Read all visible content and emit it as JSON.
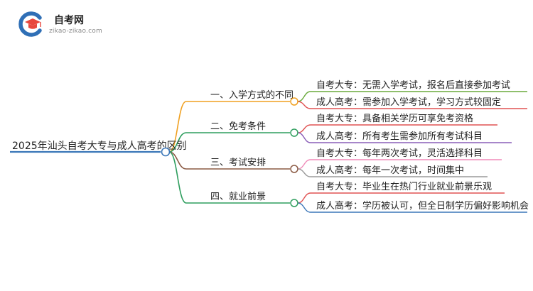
{
  "brand": {
    "name": "自考网",
    "domain": "zikao-zikao.com",
    "logo_icon": "graduation-cap-icon"
  },
  "mindmap": {
    "root": {
      "label": "2025年汕头自考大专与成人高考的区别",
      "color": "#3a76b8"
    },
    "branches": [
      {
        "label": "一、入学方式的不同",
        "color": "#f0a020",
        "children": [
          {
            "label": "自考大专：无需入学考试，报名后直接参加考试",
            "color": "#6aaa3c"
          },
          {
            "label": "成人高考：需参加入学考试，学习方式较固定",
            "color": "#e05252"
          }
        ]
      },
      {
        "label": "二、免考条件",
        "color": "#2f9e5e",
        "children": [
          {
            "label": "自考大专：具备相关学历可享免考资格",
            "color": "#e05252"
          },
          {
            "label": "成人高考：所有考生需参加所有考试科目",
            "color": "#8a5fb8"
          }
        ]
      },
      {
        "label": "三、考试安排",
        "color": "#8b5a44",
        "children": [
          {
            "label": "自考大专：每年两次考试，灵活选择科目",
            "color": "#f08ab8"
          },
          {
            "label": "成人高考：每年一次考试，时间集中",
            "color": "#9a9a9a"
          }
        ]
      },
      {
        "label": "四、就业前景",
        "color": "#2f9e5e",
        "children": [
          {
            "label": "自考大专：毕业生在热门行业就业前景乐观",
            "color": "#e05252"
          },
          {
            "label": "成人高考：学历被认可，但全日制学历偏好影响机会",
            "color": "#3a76b8"
          }
        ]
      }
    ]
  }
}
